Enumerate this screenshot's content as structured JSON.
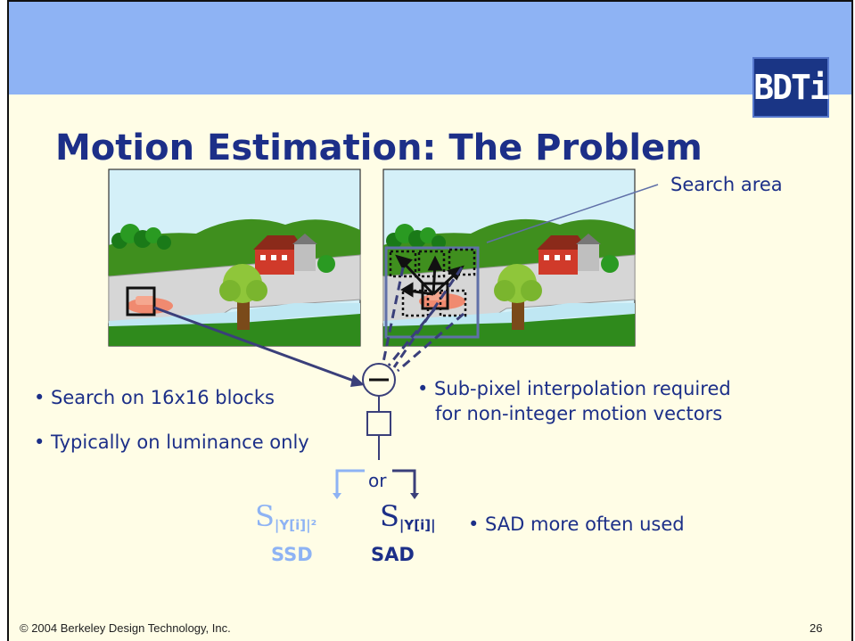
{
  "slide": {
    "title": "Motion Estimation: The Problem",
    "logo_text": "BDTi",
    "footer_copyright": "© 2004 Berkeley Design Technology, Inc.",
    "page_number": "26"
  },
  "labels": {
    "search_area": "Search area",
    "or": "or",
    "ssd_sigma": "S",
    "ssd_expr": "|Y[i]|²",
    "sad_sigma": "S",
    "sad_expr": "|Y[i]|",
    "ssd": "SSD",
    "sad": "SAD"
  },
  "bullets_left": [
    "• Search on 16x16 blocks",
    "• Typically on luminance only"
  ],
  "bullet_right_lines": [
    "• Sub-pixel interpolation required",
    "for non-integer motion vectors"
  ],
  "bullet_sad": "• SAD more often used",
  "colors": {
    "background": "#fffde6",
    "band": "#8eb3f4",
    "title": "#1c2f88",
    "text": "#1c2f88",
    "ssd_light": "#8eb3f4",
    "arrow": "#3a3f7a"
  }
}
